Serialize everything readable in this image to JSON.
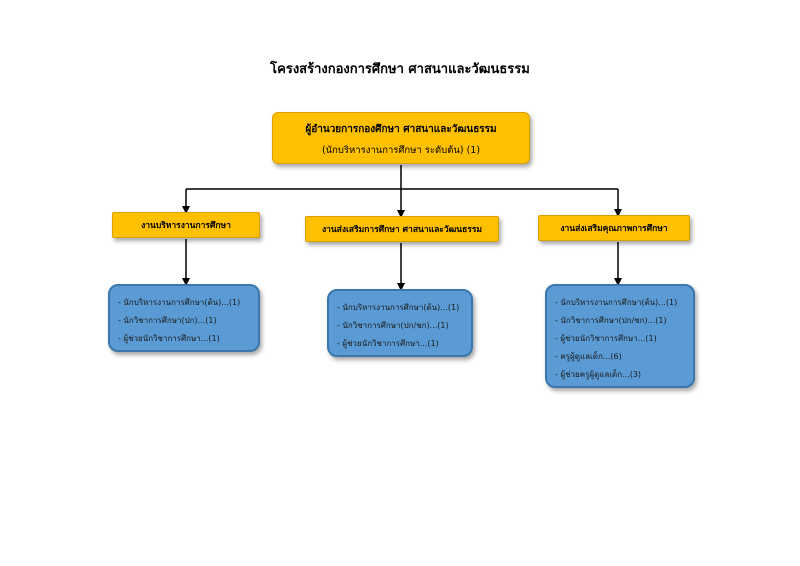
{
  "title": "โครงสร้างกองการศึกษา ศาสนาและวัฒนธรรม",
  "top": {
    "line1": "ผู้อำนวยการกองศึกษา ศาสนาและวัฒนธรรม",
    "line2": "(นักบริหารงานการศึกษา ระดับต้น) (1)"
  },
  "divisions": [
    {
      "label": "งานบริหารงานการศึกษา",
      "items": [
        "- นักบริหารงานการศึกษา(ต้น)...(1)",
        "- นักวิชาการศึกษา(ปก)...(1)",
        "- ผู้ช่วยนักวิชาการศึกษา...(1)"
      ]
    },
    {
      "label": "งานส่งเสริมการศึกษา ศาสนาและวัฒนธรรม",
      "items": [
        "- นักบริหารงานการศึกษา(ต้น)...(1)",
        "- นักวิชาการศึกษา(ปก/ชก)...(1)",
        "- ผู้ช่วยนักวิชาการศึกษา...(1)"
      ]
    },
    {
      "label": "งานส่งเสริมคุณภาพการศึกษา",
      "items": [
        "- นักบริหารงานการศึกษา(ต้น)...(1)",
        "- นักวิชาการศึกษา(ปก/ชก)...(1)",
        "- ผู้ช่วยนักวิชาการศึกษา...(1)",
        "- ครูผู้ดูแลเด็ก...(6)",
        "- ผู้ช่วยครูผู้ดูแลเด็ก...(3)"
      ]
    }
  ],
  "colors": {
    "header_box": "#ffc000",
    "staff_box": "#5b9bd5",
    "connector": "#000000"
  }
}
